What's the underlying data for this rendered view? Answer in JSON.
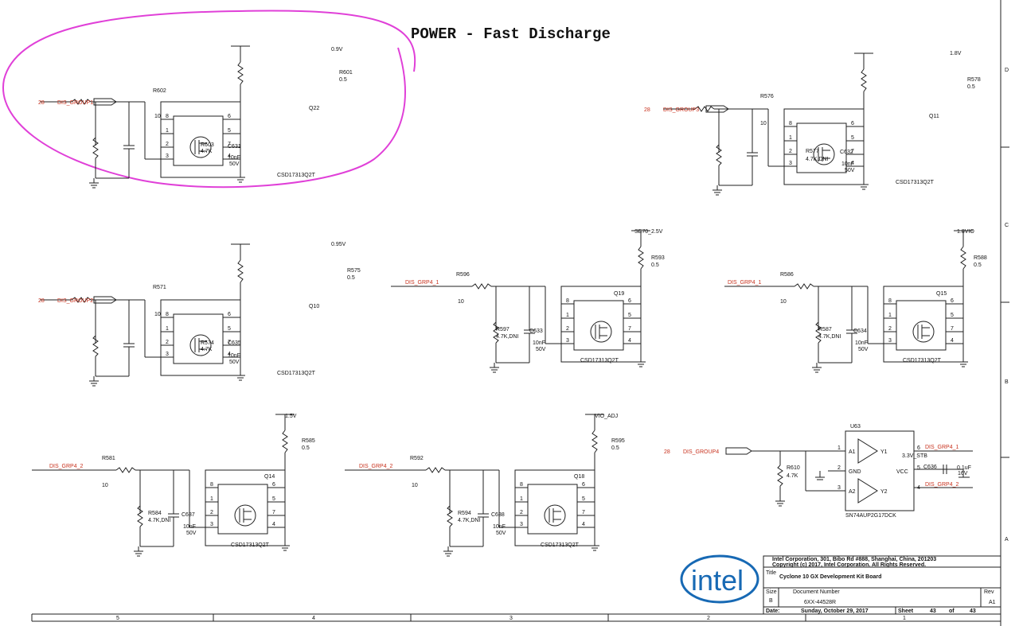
{
  "title": "POWER - Fast Discharge",
  "colors": {
    "wire": "#1f1f1f",
    "netlabel": "#c8321e",
    "highlight": "#e040d8",
    "logo": "#1769b4"
  },
  "circuits": [
    {
      "id": "g1",
      "port_ref": "28",
      "net_in": "DIS_GROUP1",
      "r_series": "R602",
      "r_series_val": "10",
      "r_pd": "R603",
      "r_pd_val": "4.7K",
      "cap": "C631",
      "cap_v1": "10nF",
      "cap_v2": "50V",
      "rail": "0.9V",
      "r_top": "R601",
      "r_top_val": "0.5",
      "fet": "Q22",
      "part": "CSD17313Q2T"
    },
    {
      "id": "g2",
      "port_ref": "28",
      "net_in": "DIS_GROUP2",
      "r_series": "R571",
      "r_series_val": "10",
      "r_pd": "R574",
      "r_pd_val": "4.7K",
      "cap": "C635",
      "cap_v1": "10nF",
      "cap_v2": "50V",
      "rail": "0.95V",
      "r_top": "R575",
      "r_top_val": "0.5",
      "fet": "Q10",
      "part": "CSD17313Q2T"
    },
    {
      "id": "g3",
      "port_ref": "",
      "net_in": "DIS_GRP4_2",
      "r_series": "R581",
      "r_series_val": "10",
      "r_pd": "R584",
      "r_pd_val": "4.7K,DNI",
      "cap": "C637",
      "cap_v1": "10nF",
      "cap_v2": "50V",
      "rail": "1.5V",
      "r_top": "R585",
      "r_top_val": "0.5",
      "fet": "Q14",
      "part": "CSD17313Q2T"
    },
    {
      "id": "g4",
      "port_ref": "",
      "net_in": "DIS_GRP4_2",
      "r_series": "R592",
      "r_series_val": "10",
      "r_pd": "R594",
      "r_pd_val": "4.7K,DNI",
      "cap": "C638",
      "cap_v1": "10nF",
      "cap_v2": "50V",
      "rail": "VIO_ADJ",
      "r_top": "R595",
      "r_top_val": "0.5",
      "fet": "Q18",
      "part": "CSD17313Q2T"
    },
    {
      "id": "g5",
      "port_ref": "",
      "net_in": "DIS_GRP4_1",
      "r_series": "R596",
      "r_series_val": "10",
      "r_pd": "R597",
      "r_pd_val": "4.7K,DNI",
      "cap": "C633",
      "cap_v1": "10nF",
      "cap_v2": "50V",
      "rail": "SE70_2.5V",
      "r_top": "R593",
      "r_top_val": "0.5",
      "fet": "Q19",
      "part": "CSD17313Q2T"
    },
    {
      "id": "g6",
      "port_ref": "28",
      "net_in": "DIS_GROUP3",
      "r_series": "R576",
      "r_series_val": "10",
      "r_pd": "R577",
      "r_pd_val": "4.7K,DNI",
      "cap": "C632",
      "cap_v1": "10nF",
      "cap_v2": "50V",
      "rail": "1.8V",
      "r_top": "R578",
      "r_top_val": "0.5",
      "fet": "Q11",
      "part": "CSD17313Q2T"
    },
    {
      "id": "g7",
      "port_ref": "",
      "net_in": "DIS_GRP4_1",
      "r_series": "R586",
      "r_series_val": "10",
      "r_pd": "R587",
      "r_pd_val": "4.7K,DNI",
      "cap": "C634",
      "cap_v1": "10nF",
      "cap_v2": "50V",
      "rail": "1.8VIO",
      "r_top": "R588",
      "r_top_val": "0.5",
      "fet": "Q15",
      "part": "CSD17313Q2T"
    }
  ],
  "pins": [
    "8",
    "1",
    "2",
    "3",
    "6",
    "5",
    "7",
    "4"
  ],
  "buffer": {
    "port_ref": "28",
    "net_in": "DIS_GROUP4",
    "ref": "U63",
    "part": "SN74AUP2G17DCK",
    "r_ref": "R610",
    "r_val": "4.7K",
    "pin_a1": "A1",
    "pin_a2": "A2",
    "pin_y1": "Y1",
    "pin_y2": "Y2",
    "pin_gnd": "GND",
    "pin_vcc": "VCC",
    "pn1": "1",
    "pn2": "2",
    "pn3": "3",
    "pn4": "4",
    "pn5": "5",
    "pn6": "6",
    "out1": "DIS_GRP4_1",
    "out2": "DIS_GRP4_2",
    "supply": "3.3V_STB",
    "cap": "C636",
    "cap_val": "0.1uF",
    "cap_volt": "16V"
  },
  "title_block": {
    "logo": "intel",
    "company": "Intel Corporation, 301, Bibo Rd #888, Shanghai, China, 201203",
    "copyright": "Copyright (c) 2017, Intel Corporation. All Rights Reserved.",
    "title_label": "Title",
    "title": "Cyclone 10 GX Development Kit Board",
    "size_label": "Size",
    "size": "B",
    "docnum_label": "Document Number",
    "docnum": "6XX-44528R",
    "rev_label": "Rev",
    "rev": "A1",
    "date_label": "Date:",
    "date": "Sunday, October 29, 2017",
    "sheet_label": "Sheet",
    "sheet": "43",
    "of_label": "of",
    "sheets": "43"
  },
  "border": {
    "bottom": [
      "5",
      "4",
      "3",
      "2",
      "1"
    ],
    "right": [
      "D",
      "C",
      "B",
      "A"
    ]
  }
}
